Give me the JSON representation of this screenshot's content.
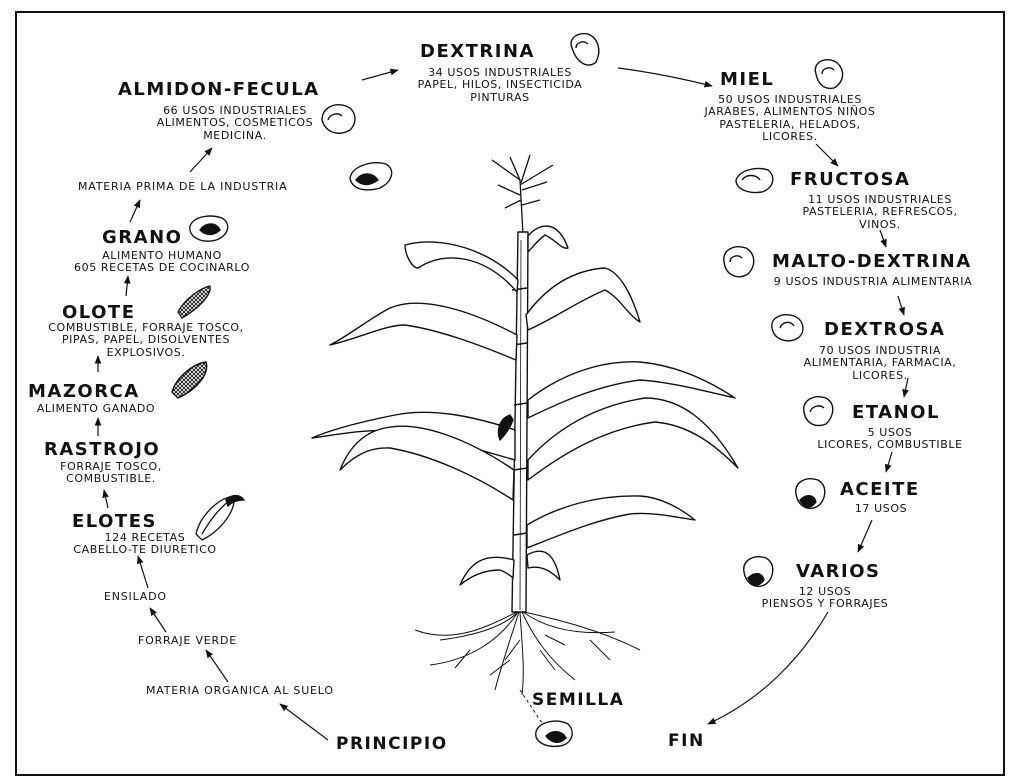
{
  "nodes": {
    "dextrina": {
      "title": "DEXTRINA",
      "desc": "34 USOS INDUSTRIALES\nPAPEL, HILOS, INSECTICIDA\nPINTURAS"
    },
    "miel": {
      "title": "MIEL",
      "desc": "50 USOS INDUSTRIALES\nJARABES, ALIMENTOS NIÑOS\nPASTELERIA, HELADOS,\nLICORES."
    },
    "fructosa": {
      "title": "FRUCTOSA",
      "desc": "11 USOS INDUSTRIALES\nPASTELERIA, REFRESCOS,\nVINOS."
    },
    "malto_dextrina": {
      "title": "MALTO-DEXTRINA",
      "desc": "9 USOS INDUSTRIA ALIMENTARIA"
    },
    "dextrosa": {
      "title": "DEXTROSA",
      "desc": "70 USOS INDUSTRIA\nALIMENTARIA, FARMACIA,\nLICORES."
    },
    "etanol": {
      "title": "ETANOL",
      "desc": "5 USOS\nLICORES, COMBUSTIBLE"
    },
    "aceite": {
      "title": "ACEITE",
      "desc": "17 USOS"
    },
    "varios": {
      "title": "VARIOS",
      "desc": "12 USOS\nPIENSOS Y FORRAJES"
    },
    "almidon": {
      "title": "ALMIDON-FECULA",
      "desc": "66 USOS INDUSTRIALES\nALIMENTOS, COSMETICOS\nMEDICINA."
    },
    "materia_prima": {
      "desc": "MATERIA PRIMA DE LA INDUSTRIA"
    },
    "grano": {
      "title": "GRANO",
      "desc": "ALIMENTO HUMANO\n605 RECETAS DE COCINARLO"
    },
    "olote": {
      "title": "OLOTE",
      "desc": "COMBUSTIBLE, FORRAJE TOSCO,\nPIPAS, PAPEL, DISOLVENTES\nEXPLOSIVOS."
    },
    "mazorca": {
      "title": "MAZORCA",
      "desc": "ALIMENTO GANADO"
    },
    "rastrojo": {
      "title": "RASTROJO",
      "desc": "FORRAJE TOSCO,\nCOMBUSTIBLE."
    },
    "elotes": {
      "title": "ELOTES",
      "desc": "124 RECETAS\nCABELLO-TE DIURETICO"
    },
    "ensilado": {
      "desc": "ENSILADO"
    },
    "forraje_verde": {
      "desc": "FORRAJE VERDE"
    },
    "materia_organica": {
      "desc": "MATERIA ORGANICA AL SUELO"
    },
    "principio": {
      "title": "PRINCIPIO"
    },
    "semilla": {
      "title": "SEMILLA"
    },
    "fin": {
      "title": "FIN"
    }
  },
  "icons": {
    "plant": "corn-plant-icon",
    "kernel": "corn-kernel-icon",
    "cob": "corn-cob-icon",
    "husked_ear": "husked-ear-icon"
  }
}
